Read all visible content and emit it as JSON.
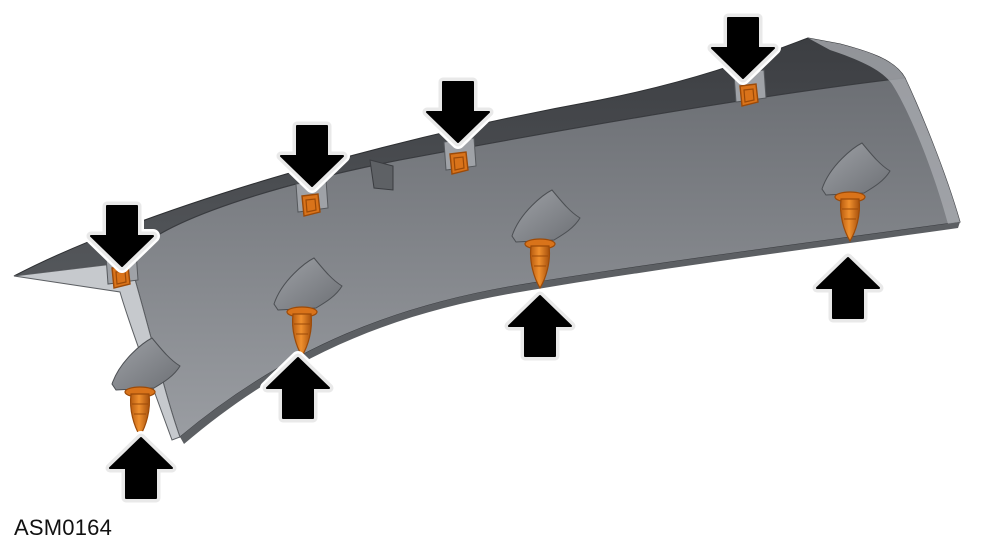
{
  "figure": {
    "reference_code": "ASM0164",
    "colors": {
      "panel_top": "#4a4c50",
      "panel_face": "#7b7e83",
      "panel_edge": "#b9bcc0",
      "panel_dark": "#3a3c40",
      "fastener": "#d9731a",
      "fastener_dark": "#9c4a08",
      "arrow_fill": "#000000",
      "arrow_halo": "#ffffff"
    },
    "icons": {
      "down_arrow": "arrow-down-icon",
      "up_arrow": "arrow-up-icon",
      "clip": "retaining-clip-icon",
      "push_pin": "push-pin-fastener-icon"
    },
    "fastener_counts": {
      "upper_clips": 4,
      "lower_push_pins": 4
    }
  }
}
